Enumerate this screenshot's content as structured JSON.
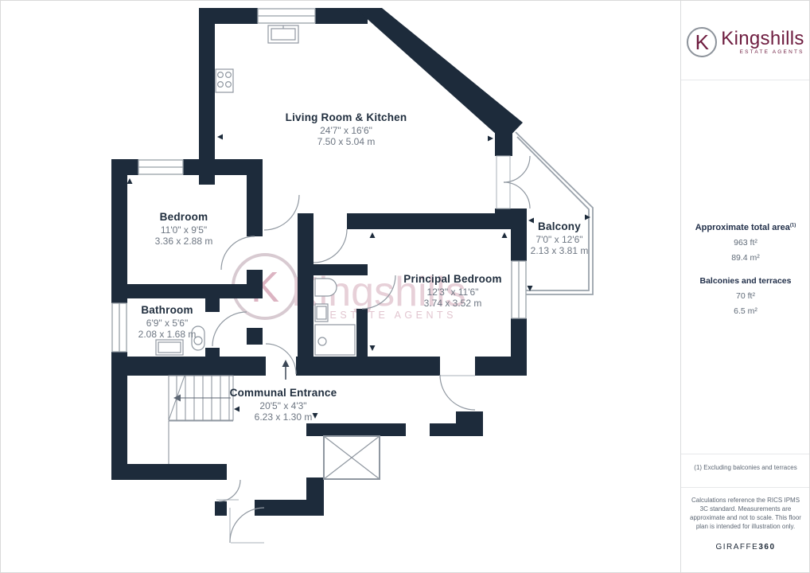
{
  "brand": {
    "monogram": "K",
    "name": "Kingshills",
    "tagline": "ESTATE AGENTS",
    "brand_color": "#6e1c3f"
  },
  "sidebar": {
    "area": {
      "title": "Approximate total area",
      "title_note": "(1)",
      "total_ft": "963 ft²",
      "total_m": "89.4 m²",
      "balconies_title": "Balconies and terraces",
      "balconies_ft": "70 ft²",
      "balconies_m": "6.5 m²"
    },
    "footnote": "(1) Excluding balconies and terraces",
    "disclaimer": "Calculations reference the RICS IPMS 3C standard. Measurements are approximate and not to scale. This floor plan is intended for illustration only.",
    "provider_name": "GIRAFFE",
    "provider_suffix": "360"
  },
  "floorplan": {
    "watermark": {
      "monogram": "K",
      "name": "Kingshills",
      "tagline": "ESTATE AGENTS"
    },
    "colors": {
      "wall": "#1d2b3b",
      "line": "#939ba4",
      "room_name": "#1f2d3d",
      "room_dims": "#6d7682"
    },
    "rooms": [
      {
        "name": "Living Room & Kitchen",
        "imperial": "24'7\" x 16'6\"",
        "metric": "7.50 x 5.04 m"
      },
      {
        "name": "Bedroom",
        "imperial": "11'0\" x 9'5\"",
        "metric": "3.36 x 2.88 m"
      },
      {
        "name": "Bathroom",
        "imperial": "6'9\" x 5'6\"",
        "metric": "2.08 x 1.68 m"
      },
      {
        "name": "Principal Bedroom",
        "imperial": "12'3\" x 11'6\"",
        "metric": "3.74 x 3.52 m"
      },
      {
        "name": "Balcony",
        "imperial": "7'0\" x 12'6\"",
        "metric": "2.13 x 3.81 m"
      },
      {
        "name": "Communal Entrance",
        "imperial": "20'5\" x 4'3\"",
        "metric": "6.23 x 1.30 m"
      }
    ]
  }
}
